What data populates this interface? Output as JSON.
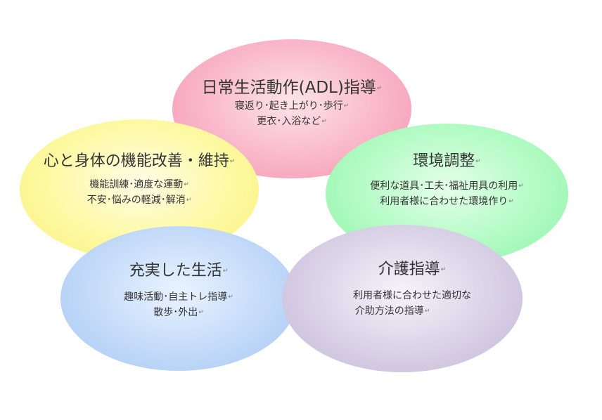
{
  "diagram": {
    "paragraph_mark": "↵",
    "circles": {
      "adl": {
        "title": "日常生活動作(ADL)指導",
        "lines": [
          "寝返り･起き上がり･歩行",
          "更衣･入浴など"
        ]
      },
      "mind_body": {
        "title": "心と身体の機能改善・維持",
        "lines": [
          "機能訓練･適度な運動",
          "不安･悩みの軽減･解消"
        ]
      },
      "environment": {
        "title": "環境調整",
        "lines": [
          "便利な道具･工夫･福祉用具の利用",
          "利用者様に合わせた環境作り"
        ]
      },
      "fulfilling_life": {
        "title": "充実した生活",
        "lines": [
          "趣味活動･自主トレ指導",
          "散歩･外出"
        ]
      },
      "care_guidance": {
        "title": "介護指導",
        "lines": [
          "利用者様に合わせた適切な",
          "介助方法の指導"
        ]
      }
    },
    "colors": {
      "pink": "#f492b0",
      "yellow": "#f8f177",
      "green": "#8ef3a9",
      "blue": "#a4c6f3",
      "purple": "#c2b6d6"
    }
  }
}
